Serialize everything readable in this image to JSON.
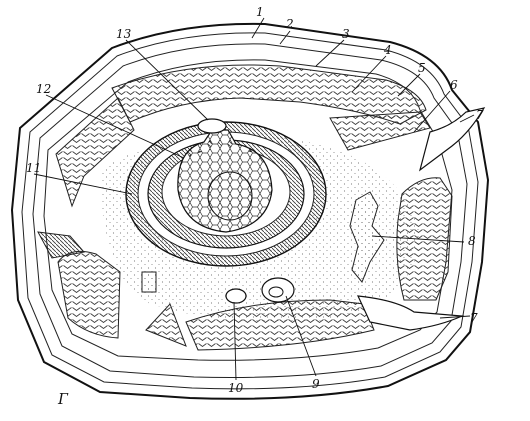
{
  "figure": {
    "panel_letter": "Г",
    "labels": [
      "1",
      "2",
      "3",
      "4",
      "5",
      "6",
      "7",
      "8",
      "9",
      "10",
      "11",
      "12",
      "13"
    ],
    "label_7_lower": "7"
  }
}
